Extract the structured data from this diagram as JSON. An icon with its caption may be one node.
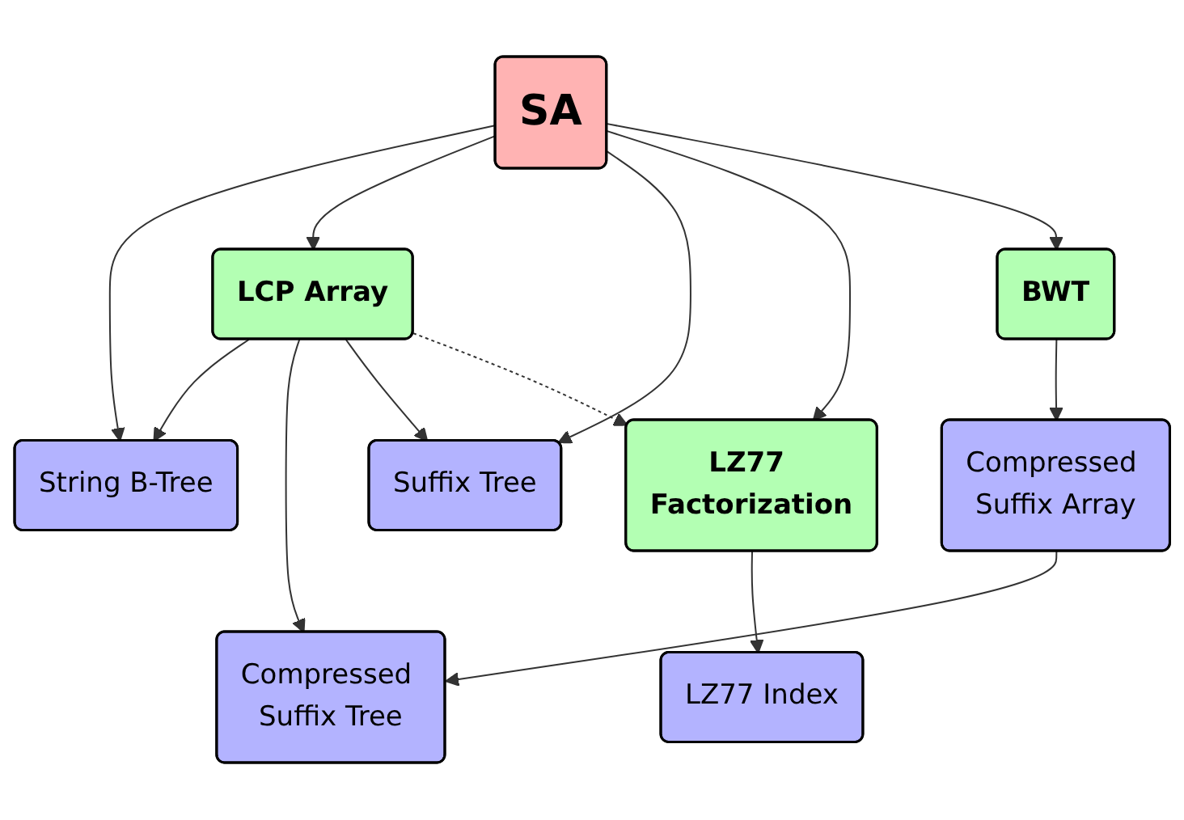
{
  "diagram": {
    "nodes": [
      {
        "text": [
          "String B-Tree"
        ]
      },
      {
        "text": [
          "LCP Array"
        ]
      },
      {
        "text": [
          "Compressed Suffix Tree"
        ]
      },
      {
        "text": [
          "Suffix Tree"
        ]
      },
      {
        "text": [
          "SA"
        ]
      },
      {
        "text": [
          "Compressed Suffix Array"
        ]
      },
      {
        "text": [
          "LZ77 Index"
        ]
      },
      {
        "text": [
          "LZ77 Factorization"
        ]
      },
      {
        "text": [
          "BWT"
        ]
      }
    ],
    "edges": [
      {
        "from": 1,
        "to": 0,
        "arrow": "to"
      },
      {
        "from": 1,
        "to": 2,
        "arrow": "to"
      },
      {
        "from": 1,
        "to": 3,
        "arrow": "to"
      },
      {
        "from": 4,
        "to": 0,
        "arrow": "to"
      },
      {
        "from": 4,
        "to": 1,
        "arrow": "to"
      },
      {
        "from": 4,
        "to": 3,
        "arrow": "to"
      },
      {
        "from": 1,
        "to": 7,
        "arrow": "to",
        "style": "dashed"
      },
      {
        "from": 4,
        "to": 7,
        "arrow": "to"
      },
      {
        "from": 4,
        "to": 8,
        "arrow": "to"
      },
      {
        "from": 5,
        "to": 2,
        "arrow": "to"
      },
      {
        "from": 7,
        "to": 6,
        "arrow": "to"
      },
      {
        "from": 8,
        "to": 5,
        "arrow": "to"
      }
    ]
  }
}
